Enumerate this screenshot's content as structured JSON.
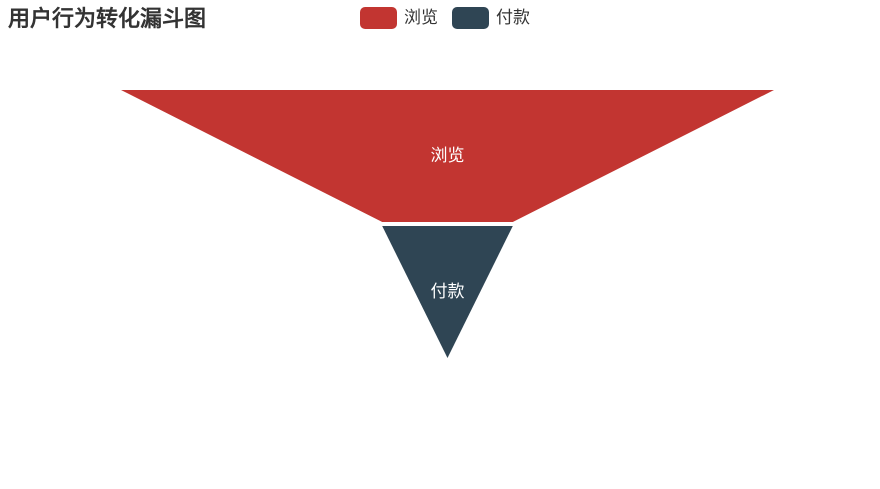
{
  "chart_data": {
    "type": "funnel",
    "title": "用户行为转化漏斗图",
    "legend_position": "top-center",
    "series": [
      {
        "data": [
          {
            "name": "浏览",
            "value": 100,
            "color": "#c23531"
          },
          {
            "name": "付款",
            "value": 20,
            "color": "#2f4554"
          }
        ]
      }
    ]
  }
}
